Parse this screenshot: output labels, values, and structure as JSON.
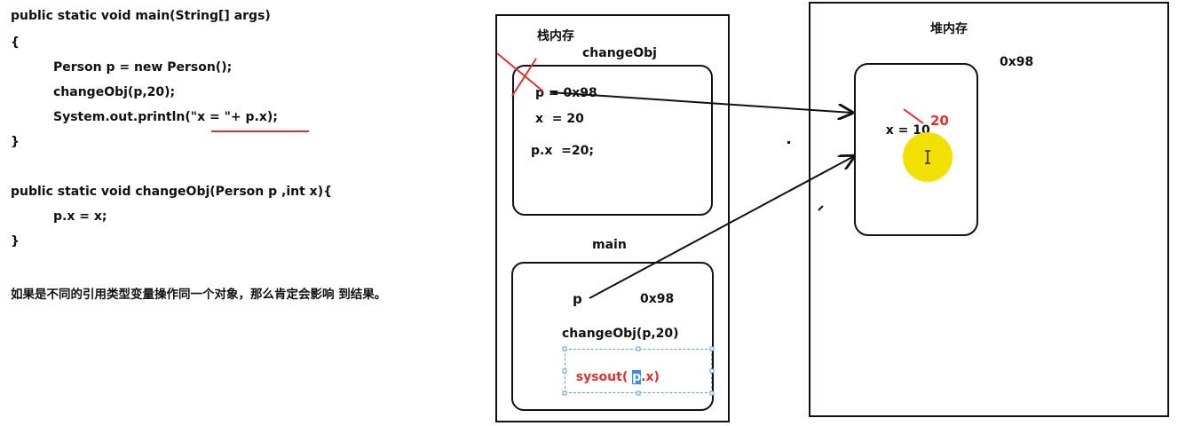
{
  "code": {
    "line1": "public static void main(String[] args)",
    "line2": "{",
    "line3": "Person p = new Person();",
    "line4": "changeObj(p,20);",
    "line5": "System.out.println(\"x = \"+ p.x);",
    "line6": "}",
    "line7": "public static void changeObj(Person p ,int x){",
    "line8": "p.x = x;",
    "line9": "}"
  },
  "note": "如果是不同的引用类型变量操作同一个对象，那么肯定会影响 到结果。",
  "stack": {
    "title": "栈内存",
    "change_obj_frame": {
      "title": "changeObj",
      "p_line": "p = 0x98",
      "x_line": "x  = 20",
      "px_line": "p.x  =20;"
    },
    "main_frame": {
      "title": "main",
      "p_label": "p",
      "p_addr": "0x98",
      "call_line": "changeObj(p,20)",
      "sysout_prefix": "sysout( ",
      "sysout_highlight": "p",
      "sysout_suffix": ".x)"
    }
  },
  "heap": {
    "title": "堆内存",
    "address": "0x98",
    "field_label": "x = ",
    "old_value": "10",
    "new_value": "20"
  },
  "colors": {
    "accent_red": "#e03131",
    "cursor_yellow": "#f2e000",
    "highlight_blue": "#3b8de0"
  },
  "icons": {
    "cursor": "text-cursor-icon"
  }
}
